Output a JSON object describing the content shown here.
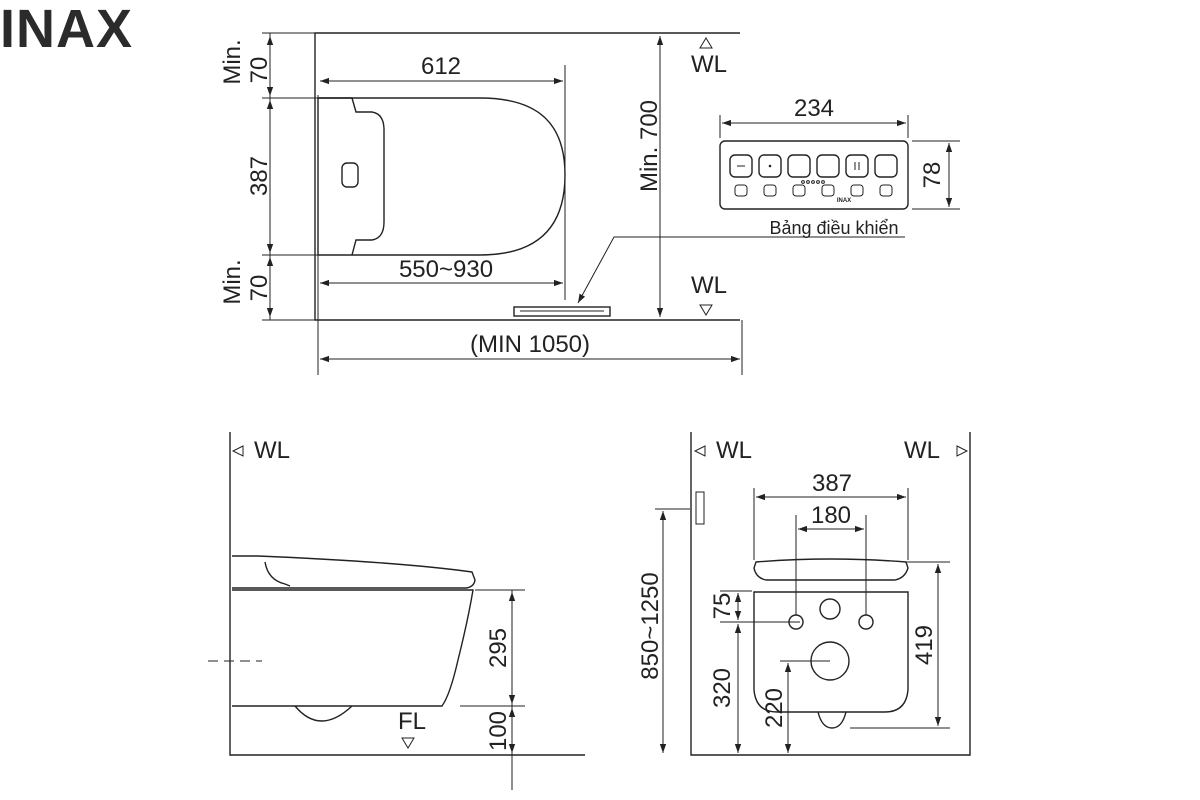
{
  "brand": "INAX",
  "top_view": {
    "dim_width": "612",
    "dim_top_clear": "70",
    "dim_top_clear_prefix": "Min.",
    "dim_bottom_clear": "70",
    "dim_bottom_clear_prefix": "Min.",
    "dim_depth": "387",
    "dim_range": "550~930",
    "dim_min_height": "Min. 700",
    "dim_total": "(MIN 1050)",
    "wl_top": "WL",
    "wl_bottom": "WL"
  },
  "control_panel": {
    "dim_width": "234",
    "dim_height": "78",
    "logo": "INAX",
    "caption": "Bảng điều khiển"
  },
  "side_view": {
    "wl": "WL",
    "fl": "FL",
    "dim_bowl": "295",
    "dim_floor": "100"
  },
  "front_view": {
    "wl_left": "WL",
    "wl_right": "WL",
    "dim_width": "387",
    "dim_inner": "180",
    "dim_75": "75",
    "dim_height_range": "850~1250",
    "dim_320": "320",
    "dim_220": "220",
    "dim_419": "419"
  }
}
